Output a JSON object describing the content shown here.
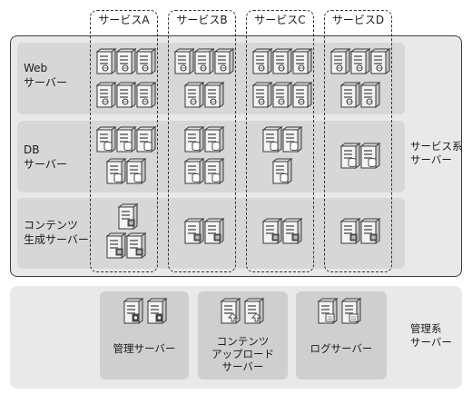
{
  "services": [
    "サービスA",
    "サービスB",
    "サービスC",
    "サービスD"
  ],
  "rows": [
    {
      "label_line1": "Web",
      "label_line2": "サーバー"
    },
    {
      "label_line1": "DB",
      "label_line2": "サーバー"
    },
    {
      "label_line1": "コンテンツ",
      "label_line2": "生成サーバー"
    }
  ],
  "service_group": {
    "label_line1": "サービス系",
    "label_line2": "サーバー"
  },
  "management_group": {
    "label_line1": "管理系",
    "label_line2": "サーバー",
    "boxes": [
      {
        "line1": "管理サーバー"
      },
      {
        "line1": "コンテンツ",
        "line2": "アップロード",
        "line3": "サーバー"
      },
      {
        "line1": "ログサーバー"
      }
    ]
  }
}
